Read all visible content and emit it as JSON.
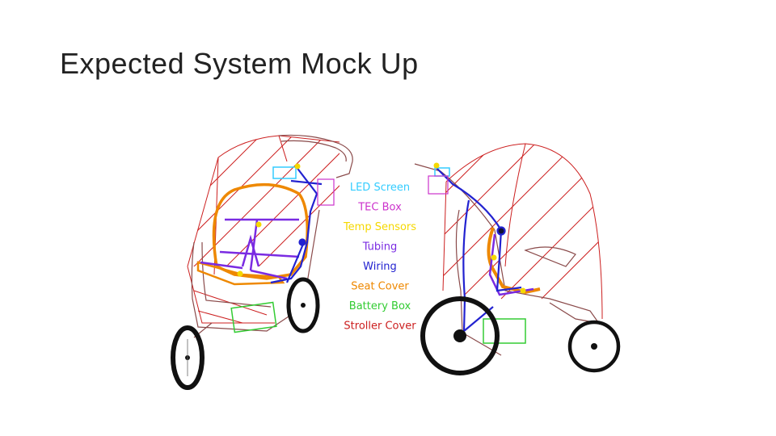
{
  "slide": {
    "title": "Expected System Mock Up"
  },
  "legend": [
    {
      "label": "LED Screen",
      "color": "#33ccff"
    },
    {
      "label": "TEC Box",
      "color": "#cc33cc"
    },
    {
      "label": "Temp Sensors",
      "color": "#f5d800"
    },
    {
      "label": "Tubing",
      "color": "#7a2be2"
    },
    {
      "label": "Wiring",
      "color": "#2222d0"
    },
    {
      "label": "Seat Cover",
      "color": "#ee8800"
    },
    {
      "label": "Battery Box",
      "color": "#33cc33"
    },
    {
      "label": "Stroller Cover",
      "color": "#cc1f1f"
    }
  ]
}
